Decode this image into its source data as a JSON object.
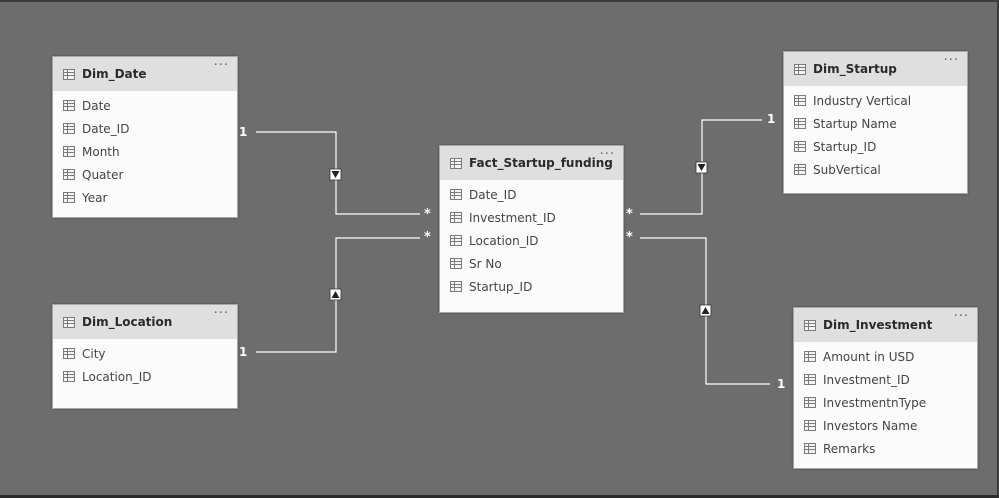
{
  "diagram": {
    "tables": [
      {
        "id": "dim_date",
        "title": "Dim_Date",
        "menu": "···",
        "fields": [
          "Date",
          "Date_ID",
          "Month",
          "Quater",
          "Year"
        ]
      },
      {
        "id": "dim_location",
        "title": "Dim_Location",
        "menu": "···",
        "fields": [
          "City",
          "Location_ID"
        ]
      },
      {
        "id": "fact",
        "title": "Fact_Startup_funding",
        "menu": "···",
        "fields": [
          "Date_ID",
          "Investment_ID",
          "Location_ID",
          "Sr No",
          "Startup_ID"
        ]
      },
      {
        "id": "dim_startup",
        "title": "Dim_Startup",
        "menu": "···",
        "fields": [
          "Industry Vertical",
          "Startup Name",
          "Startup_ID",
          "SubVertical"
        ]
      },
      {
        "id": "dim_investment",
        "title": "Dim_Investment",
        "menu": "···",
        "fields": [
          "Amount in USD",
          "Investment_ID",
          "InvestmentnType",
          "Investors Name",
          "Remarks"
        ]
      }
    ],
    "relationships": [
      {
        "from": "Dim_Date",
        "to": "Fact_Startup_funding",
        "one": "1",
        "many": "*"
      },
      {
        "from": "Dim_Location",
        "to": "Fact_Startup_funding",
        "one": "1",
        "many": "*"
      },
      {
        "from": "Dim_Startup",
        "to": "Fact_Startup_funding",
        "one": "1",
        "many": "*"
      },
      {
        "from": "Dim_Investment",
        "to": "Fact_Startup_funding",
        "one": "1",
        "many": "*"
      }
    ],
    "colors": {
      "canvas": "#6d6d6d",
      "line": "#ffffff",
      "header": "#dfdfdf"
    },
    "icons": {
      "table": "table-icon",
      "field": "column-icon",
      "arrow": "filter-direction-arrow-icon"
    }
  }
}
